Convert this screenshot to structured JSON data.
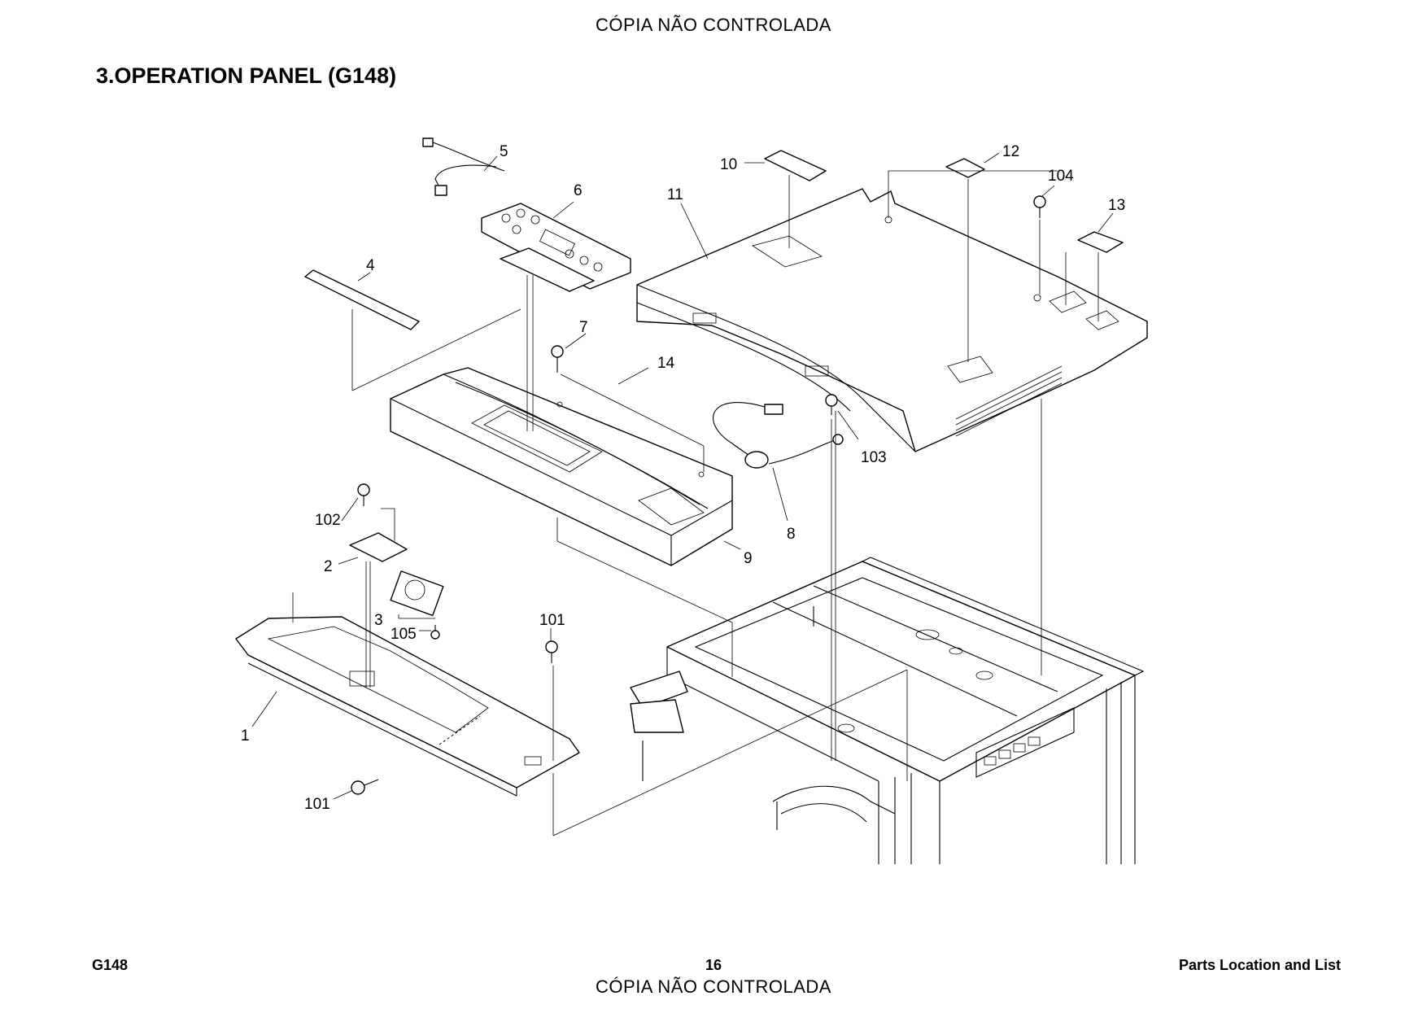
{
  "watermark": "CÓPIA NÃO CONTROLADA",
  "title": "3.OPERATION PANEL (G148)",
  "callouts": {
    "c1": "1",
    "c2": "2",
    "c3": "3",
    "c4": "4",
    "c5": "5",
    "c6": "6",
    "c7": "7",
    "c8": "8",
    "c9": "9",
    "c10": "10",
    "c11": "11",
    "c12": "12",
    "c13": "13",
    "c14": "14",
    "c101a": "101",
    "c101b": "101",
    "c102": "102",
    "c103": "103",
    "c104": "104",
    "c105": "105"
  },
  "footer": {
    "model": "G148",
    "page": "16",
    "section": "Parts Location and List"
  }
}
